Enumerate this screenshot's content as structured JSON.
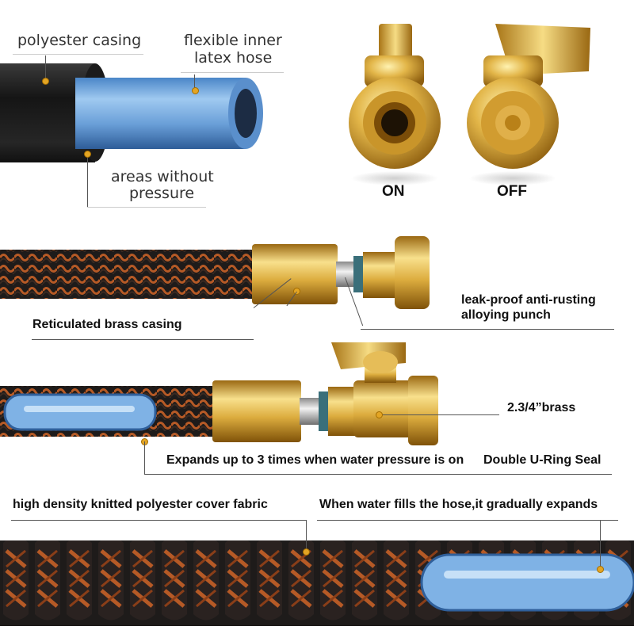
{
  "labels": {
    "polyester_casing": "polyester casing",
    "inner_hose_1": "flexible inner",
    "inner_hose_2": "latex hose",
    "areas_1": "areas without",
    "areas_2": "pressure",
    "valve_on": "ON",
    "valve_off": "OFF",
    "leak_proof_1": "leak-proof anti-rusting",
    "leak_proof_2": "alloying punch",
    "reticulated": "Reticulated brass casing",
    "brass_size": "2.3/4”brass",
    "expands": "Expands up to 3 times when water pressure is on",
    "u_ring": "Double U-Ring Seal",
    "knitted": "high density knitted polyester cover fabric",
    "water_fills": "When water fills the hose,it gradually expands"
  },
  "colors": {
    "brass_light": "#f6dc84",
    "brass_mid": "#d9a73a",
    "brass_dark": "#8e5f10",
    "hose_black": "#1e1b1a",
    "hose_orange": "#b65a26",
    "inner_blue": "#7fb2e5",
    "inner_blue_dark": "#2f5f9a"
  }
}
